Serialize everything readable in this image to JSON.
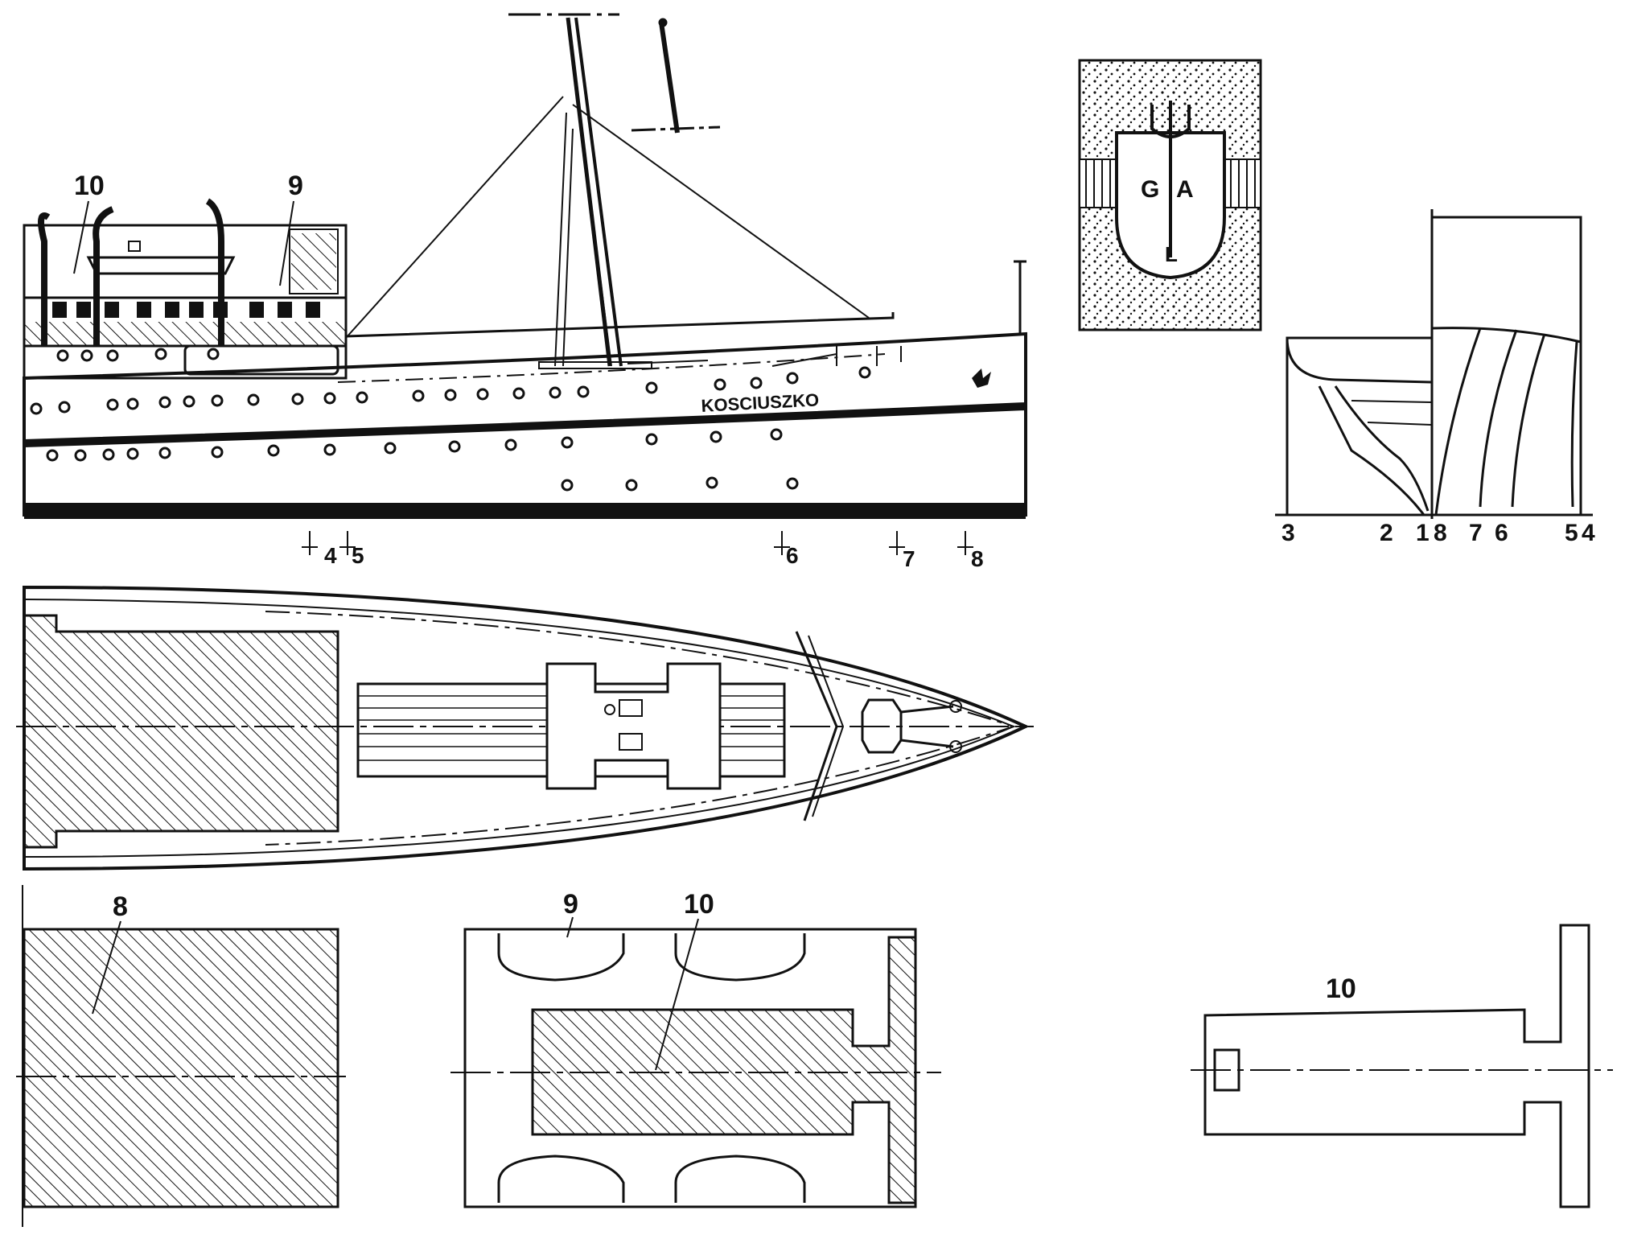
{
  "labels": {
    "side_10": "10",
    "side_9": "9",
    "ship_name": "KOSCIUSZKO",
    "section_4": "4",
    "section_5": "5",
    "section_6": "6",
    "section_7": "7",
    "section_8": "8",
    "plan_8": "8",
    "plan_9": "9",
    "plan_10": "10",
    "detail_10": "10",
    "emblem_g": "G",
    "emblem_a": "A",
    "emblem_l": "L",
    "body_3": "3",
    "body_2": "2",
    "body_1": "1",
    "body_8": "8",
    "body_7": "7",
    "body_6": "6",
    "body_5": "5",
    "body_4": "4"
  },
  "colors": {
    "ink": "#111111",
    "paper": "#ffffff"
  }
}
